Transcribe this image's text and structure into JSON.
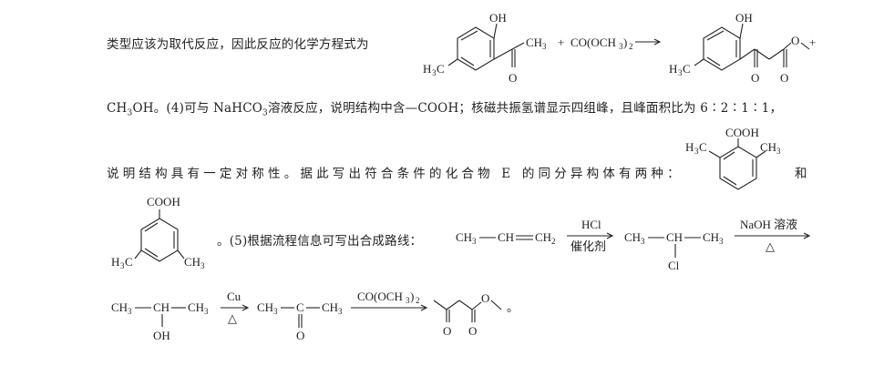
{
  "paragraphs": {
    "line1_text": "类型应该为取代反应，因此反应的化学方程式为",
    "plus": "+",
    "co_reagent": "CO(OCH",
    "co_reagent_end": ")",
    "sub3": "3",
    "sub2": "2",
    "line2_text": "OH。(4)可与 NaHCO",
    "line2_text_b": "溶液反应，说明结构中含—COOH；核磁共振氢谱显示四组峰，且峰面积比为 6∶2∶1∶1，",
    "ch": "CH",
    "line3_text": "说明结构具有一定对称性。据此写出符合条件的化合物 E 的同分异构体有两种：",
    "and": "和",
    "line4_text": "。(5)根据流程信息可写出合成路线：",
    "period": "。"
  },
  "labels": {
    "OH": "OH",
    "CH": "CH",
    "H": "H",
    "C": "C",
    "O": "O",
    "COOH": "COOH",
    "Cl": "Cl",
    "HCl": "HCl",
    "catalyst": "催化剂",
    "naoh": "NaOH 溶液",
    "heat": "△",
    "Cu": "Cu",
    "co_och3_2": "CO(OCH",
    "paren_close": ")"
  }
}
